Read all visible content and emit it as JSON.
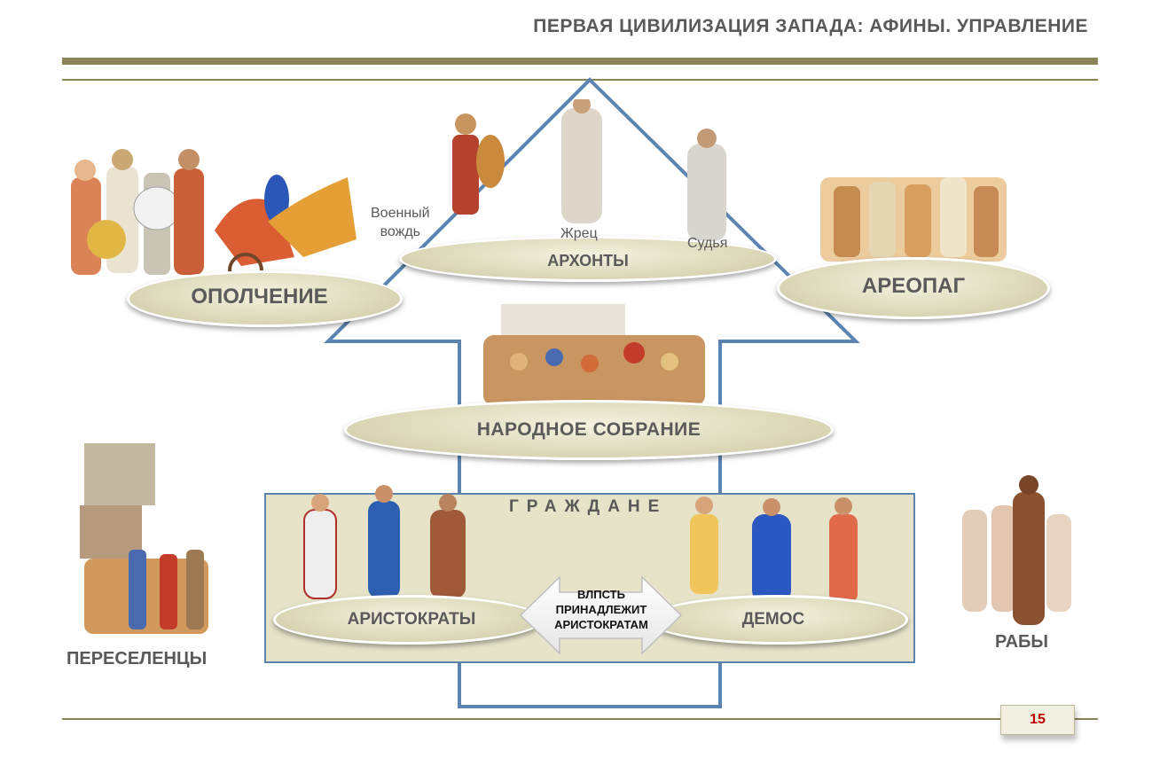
{
  "header": {
    "title": "ПЕРВАЯ ЦИВИЛИЗАЦИЯ ЗАПАДА: АФИНЫ. УПРАВЛЕНИЕ"
  },
  "nodes": {
    "militia": "ОПОЛЧЕНИЕ",
    "archons": "АРХОНТЫ",
    "areopagus": "АРЕОПАГ",
    "assembly": "НАРОДНОЕ СОБРАНИЕ",
    "aristocrats": "АРИСТОКРАТЫ",
    "demos": "ДЕМОС"
  },
  "archon_roles": {
    "military": "Военный\nвождь",
    "priest": "Жрец",
    "judge": "Судья"
  },
  "citizens": {
    "title": "ГРАЖДАНЕ"
  },
  "power_arrow": {
    "text": "ВЛПСТЬ\nПРИНАДЛЕЖИТ\nАРИСТОКРАТАМ"
  },
  "outside": {
    "settlers": "ПЕРЕСЕЛЕНЦЫ",
    "slaves": "РАБЫ"
  },
  "page": {
    "number": "15",
    "number_color": "#c00000"
  },
  "colors": {
    "arrow_outline": "#5b84b1",
    "rule": "#8a8258",
    "oval_fill": "#ddd9ba",
    "box_fill": "#e6e3c9"
  }
}
